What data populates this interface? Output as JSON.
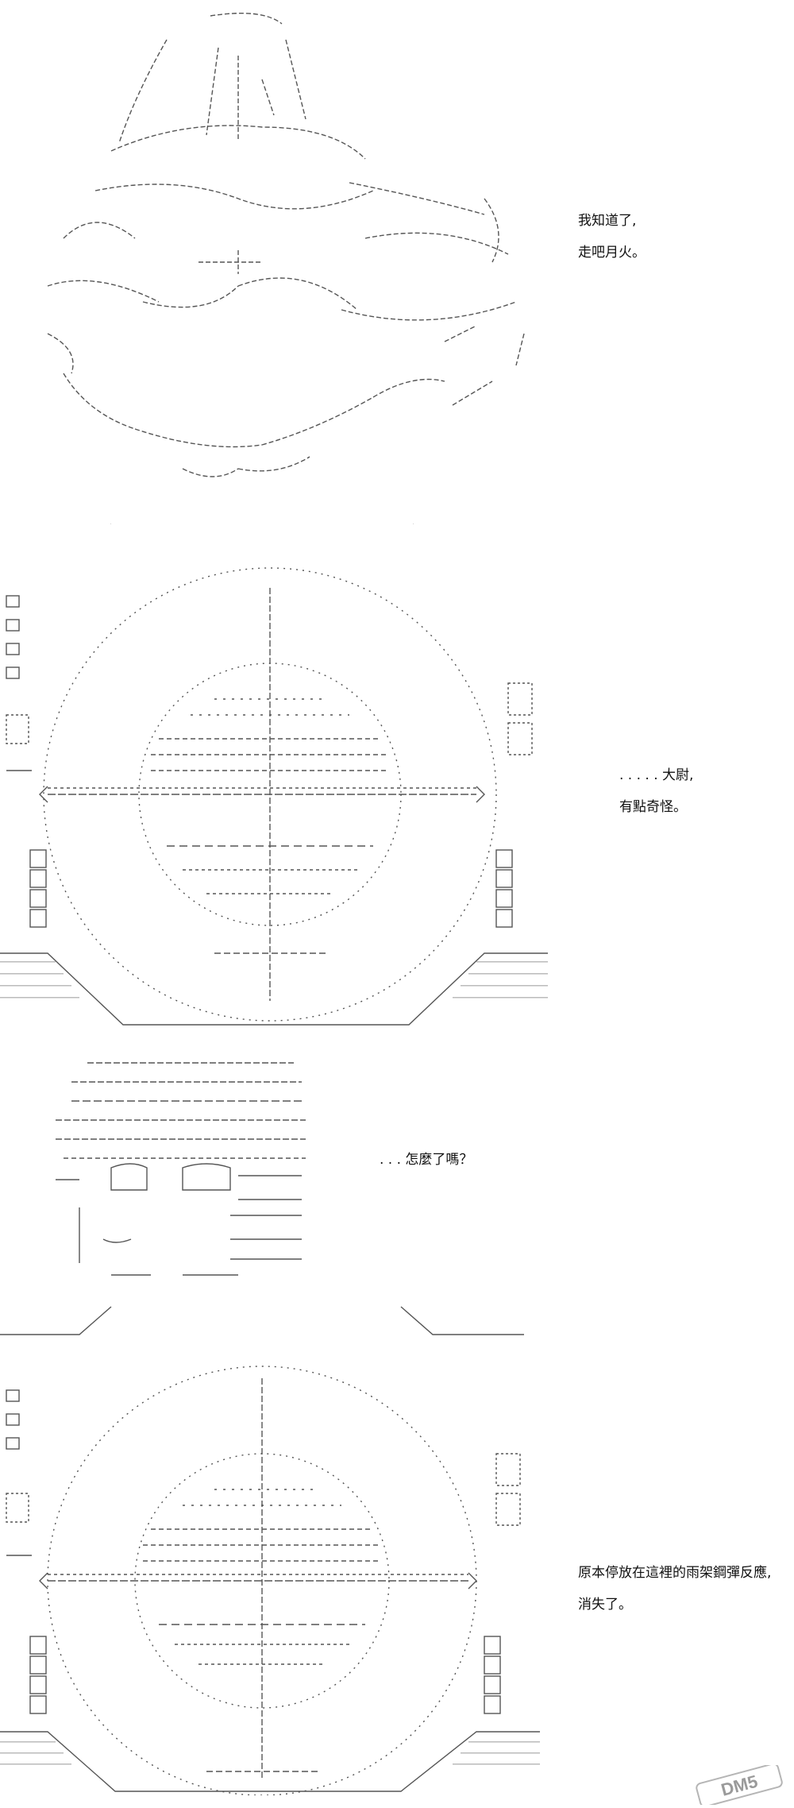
{
  "panels": [
    {
      "id": "panel-1",
      "lines": [
        "我知道了,",
        "走吧月火。"
      ]
    },
    {
      "id": "panel-2",
      "lines": [
        ". . . . . 大尉,",
        "有點奇怪。"
      ]
    },
    {
      "id": "panel-3",
      "lines": [
        ". . . 怎麼了嗎？"
      ]
    },
    {
      "id": "panel-4",
      "lines": [
        "原本停放在這裡的雨架鋼彈反應,",
        "消失了。"
      ]
    }
  ],
  "watermark": {
    "text": "DM5",
    "color": "#9a9a9a"
  },
  "art": {
    "panel_1": {
      "subject": "character-portrait",
      "ink_color": "#555555"
    },
    "panel_2": {
      "subject": "scope-reticle",
      "ink_color": "#555555"
    },
    "panel_3": {
      "subject": "character-face-closeup",
      "ink_color": "#555555"
    },
    "panel_4": {
      "subject": "scope-reticle",
      "ink_color": "#555555"
    }
  }
}
